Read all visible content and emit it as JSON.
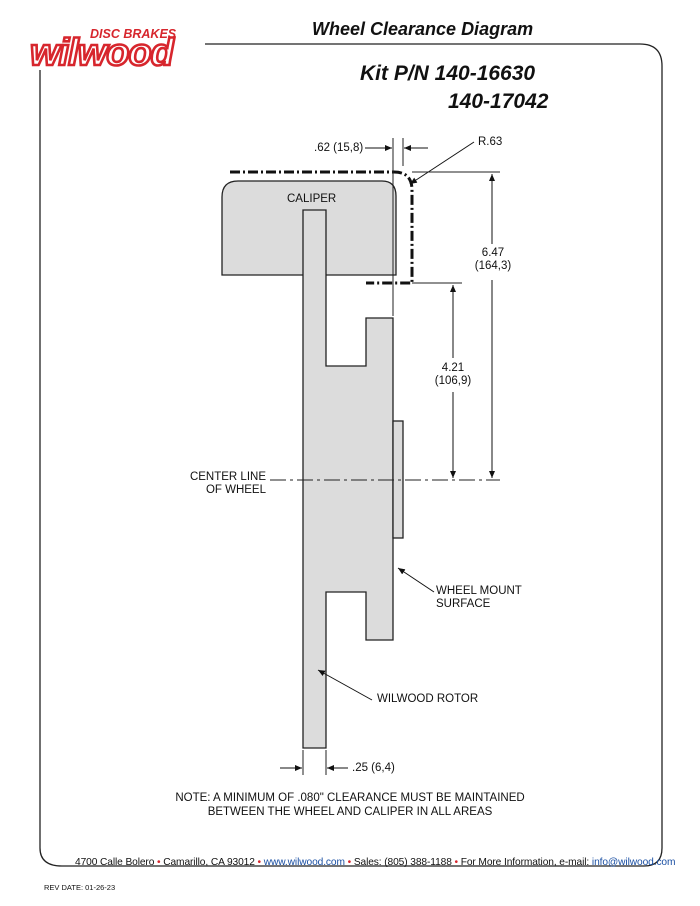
{
  "brand": {
    "small": "DISC BRAKES",
    "large": "wilwood",
    "color": "#d7262d"
  },
  "header": {
    "title": "Wheel Clearance Diagram",
    "kit_line1": "Kit P/N 140-16630",
    "kit_line2": "140-17042"
  },
  "diagram": {
    "labels": {
      "dim_062": ".62 (15,8)",
      "radius": "R.63",
      "caliper": "CALIPER",
      "dim_647_a": "6.47",
      "dim_647_b": "(164,3)",
      "dim_421_a": "4.21",
      "dim_421_b": "(106,9)",
      "centerline_a": "CENTER LINE",
      "centerline_b": "OF WHEEL",
      "wheel_mount_a": "WHEEL MOUNT",
      "wheel_mount_b": "SURFACE",
      "rotor": "WILWOOD ROTOR",
      "dim_025": ".25 (6,4)"
    },
    "colors": {
      "part_fill": "#dcdcdc",
      "outline": "#222222"
    }
  },
  "note": {
    "line1": "NOTE: A MINIMUM OF .080\" CLEARANCE MUST BE MAINTAINED",
    "line2": "BETWEEN THE WHEEL AND CALIPER IN ALL AREAS"
  },
  "footer": {
    "address": "4700 Calle Bolero",
    "city": "Camarillo, CA 93012",
    "website": "www.wilwood.com",
    "sales": "Sales: (805) 388-1188",
    "info_label": "For More Information, e-mail:",
    "email": "info@wilwood.com",
    "separator": "•"
  },
  "rev": "REV DATE:  01-26-23"
}
